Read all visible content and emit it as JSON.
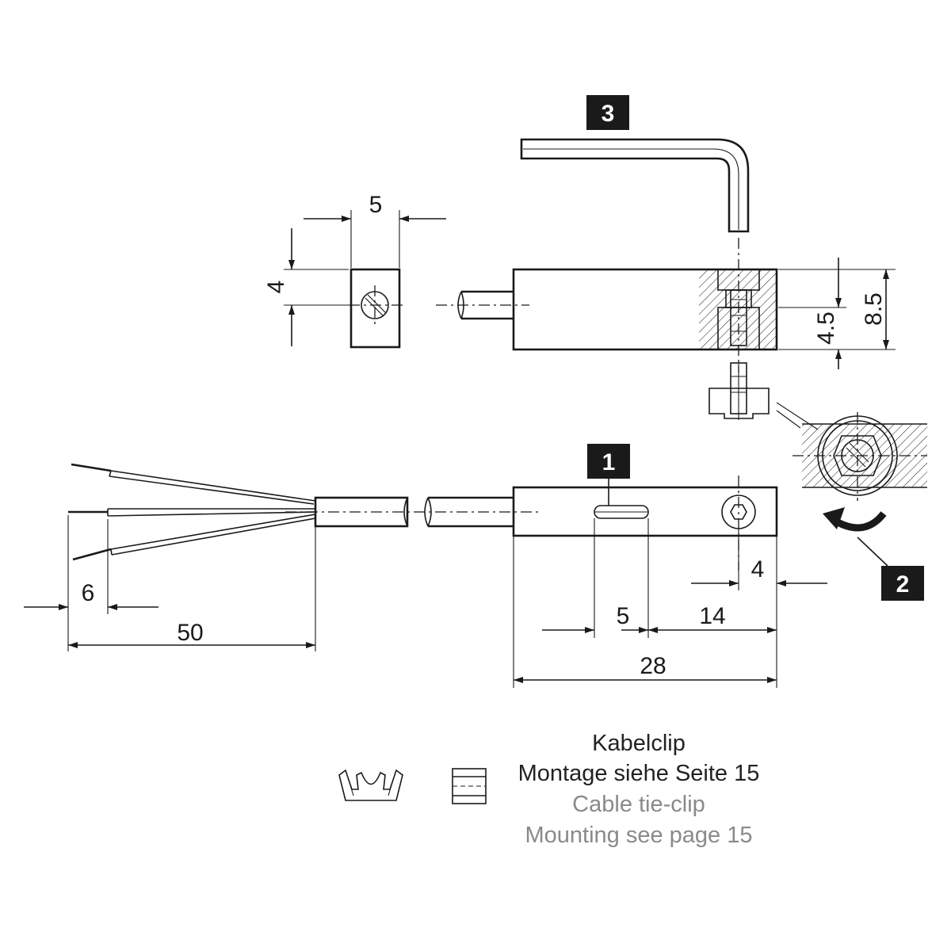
{
  "dimensions": {
    "end_width": "5",
    "end_height": "4",
    "slot_depth": "4.5",
    "total_height": "8.5",
    "screw_offset": "4",
    "strip_length": "6",
    "wire_length": "50",
    "slot_width": "5",
    "slot_to_end": "14",
    "body_length": "28"
  },
  "badges": {
    "body_badge": "1",
    "rotate_badge": "2",
    "key_badge": "3"
  },
  "legend": {
    "de_title": "Kabelclip",
    "de_note": "Montage siehe Seite 15",
    "en_title": "Cable tie-clip",
    "en_note": "Mounting see page 15"
  },
  "colors": {
    "line": "#1a1a1a",
    "badge": "#1a1a1a",
    "english_text": "#8a8a8a",
    "part_grey": "#c8c8c8"
  }
}
